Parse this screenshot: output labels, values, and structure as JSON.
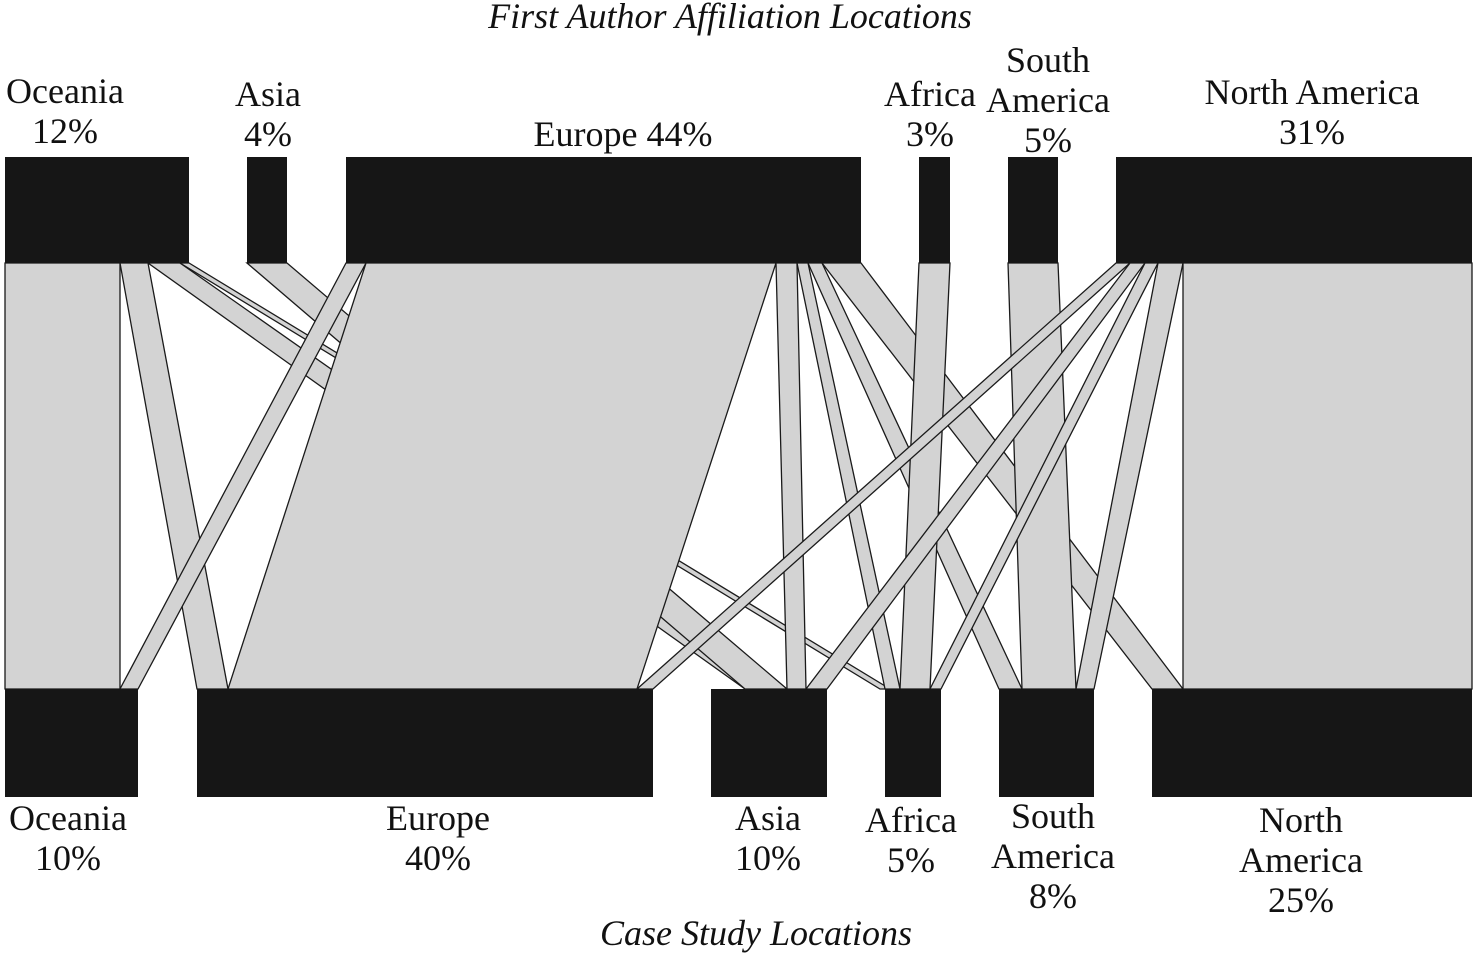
{
  "diagram_type": "alluvial",
  "colors": {
    "node": "#161616",
    "flow": "#d3d3d3",
    "outline": "#1a1a1a"
  },
  "top_title": "First Author Affiliation Locations",
  "bottom_title": "Case Study Locations",
  "top_nodes": [
    {
      "id": "oceania",
      "lines": [
        "Oceania",
        "12%"
      ]
    },
    {
      "id": "asia",
      "lines": [
        "Asia",
        "4%"
      ]
    },
    {
      "id": "europe",
      "lines": [
        "Europe 44%"
      ]
    },
    {
      "id": "africa",
      "lines": [
        "Africa",
        "3%"
      ]
    },
    {
      "id": "south_america",
      "lines": [
        "South",
        "America",
        "5%"
      ]
    },
    {
      "id": "north_america",
      "lines": [
        "North America",
        "31%"
      ]
    }
  ],
  "bottom_nodes": [
    {
      "id": "oceania",
      "lines": [
        "Oceania",
        "10%"
      ]
    },
    {
      "id": "europe",
      "lines": [
        "Europe",
        "40%"
      ]
    },
    {
      "id": "asia",
      "lines": [
        "Asia",
        "10%"
      ]
    },
    {
      "id": "africa",
      "lines": [
        "Africa",
        "5%"
      ]
    },
    {
      "id": "south_america",
      "lines": [
        "South",
        "America",
        "8%"
      ]
    },
    {
      "id": "north_america",
      "lines": [
        "North",
        "America",
        "25%"
      ]
    }
  ]
}
